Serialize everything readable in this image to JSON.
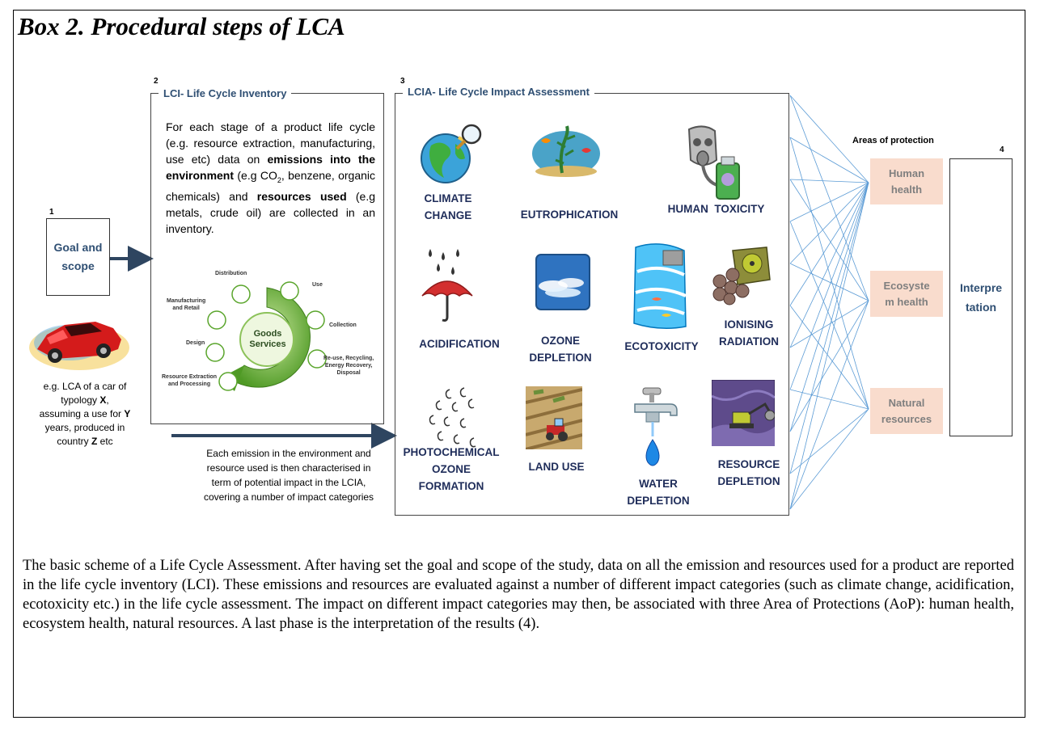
{
  "box_title": "Box 2. Procedural steps of LCA",
  "steps": {
    "goal": {
      "number": "1",
      "label_line1": "Goal and",
      "label_line2": "scope"
    },
    "lci": {
      "number": "2",
      "title": "LCI- Life Cycle Inventory"
    },
    "lcia": {
      "number": "3",
      "title": "LCIA- Life Cycle Impact Assessment"
    },
    "interpretation": {
      "number": "4",
      "label_line1": "Interpre",
      "label_line2": "tation"
    }
  },
  "lci_text": {
    "p1": "For each stage of a product life cycle (e.g. resource extraction, manufacturing, use etc) data on ",
    "b1": "emissions into the environment",
    "p2": " (e.g CO",
    "sub": "2",
    "p3": ", benzene, organic chemicals) and ",
    "b2": "resources used",
    "p4": " (e.g metals, crude oil) are collected in an inventory."
  },
  "lifecycle_wheel": {
    "center_line1": "Goods",
    "center_line2": "Services",
    "stages": {
      "distribution": "Distribution",
      "use": "Use",
      "manufacturing_l1": "Manufacturing",
      "manufacturing_l2": "and Retail",
      "collection": "Collection",
      "design": "Design",
      "reuse_l1": "Re-use, Recycling,",
      "reuse_l2": "Energy Recovery,",
      "reuse_l3": "Disposal",
      "extraction_l1": "Resource Extraction",
      "extraction_l2": "and Processing"
    }
  },
  "car_note": {
    "l1": "e.g. LCA of a car of",
    "l2a": "typology ",
    "l2b": "X",
    "l2c": ",",
    "l3a": "assuming a use for ",
    "l3b": "Y",
    "l4": "years, produced in",
    "l5a": "country ",
    "l5b": "Z",
    "l5c": " etc"
  },
  "emission_note": {
    "l1": "Each emission in the environment and",
    "l2": "resource used is then characterised in",
    "l3": "term of potential impact in the LCIA,",
    "l4": "covering a number of impact categories"
  },
  "impact_categories": {
    "climate_l1": "CLIMATE",
    "climate_l2": "CHANGE",
    "eutrophication": "EUTROPHICATION",
    "human_toxicity": "HUMAN  TOXICITY",
    "acidification": "ACIDIFICATION",
    "ozone_l1": "OZONE",
    "ozone_l2": "DEPLETION",
    "ecotoxicity": "ECOTOXICITY",
    "ionising_l1": "IONISING",
    "ionising_l2": "RADIATION",
    "photochem_l1": "PHOTOCHEMICAL",
    "photochem_l2": "OZONE",
    "photochem_l3": "FORMATION",
    "land_use": "LAND USE",
    "water_l1": "WATER",
    "water_l2": "DEPLETION",
    "resource_l1": "RESOURCE",
    "resource_l2": "DEPLETION"
  },
  "areas_of_protection": {
    "header": "Areas of protection",
    "human_l1": "Human",
    "human_l2": "health",
    "eco_l1": "Ecosyste",
    "eco_l2": "m health",
    "natural_l1": "Natural",
    "natural_l2": "resources"
  },
  "caption": "The basic scheme of a Life Cycle Assessment. After having set the goal and scope of the study, data on all the emission and resources used for a product are reported in the life cycle inventory (LCI). These emissions and resources are evaluated against a number of different impact categories (such as climate change, acidification, ecotoxicity etc.) in the life cycle assessment. The impact on different impact categories may then, be associated with three Area of Protections (AoP): human health, ecosystem health, natural resources. A last phase is the interpretation of the results (4).",
  "colors": {
    "step_title": "#2f4f73",
    "category_text": "#1f2d5a",
    "aop_fill": "#f9dccd",
    "connector_lines": "#5b9bd5",
    "arrow": "#2e4560",
    "wheel_green": "#5aa52c"
  }
}
